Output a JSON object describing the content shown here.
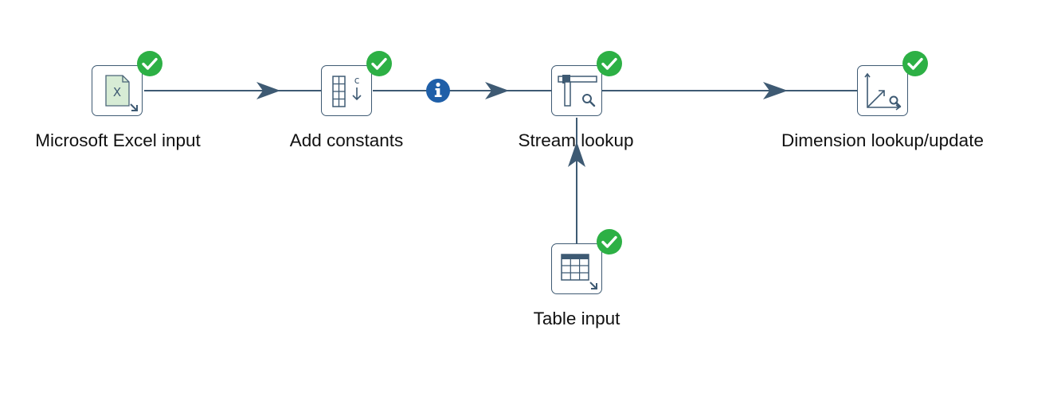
{
  "transformation": {
    "steps": [
      {
        "id": "excel",
        "label": "Microsoft Excel input",
        "icon": "excel-input-icon",
        "status": "success"
      },
      {
        "id": "constants",
        "label": "Add constants",
        "icon": "add-constants-icon",
        "status": "success"
      },
      {
        "id": "lookup",
        "label": "Stream lookup",
        "icon": "stream-lookup-icon",
        "status": "success"
      },
      {
        "id": "dimension",
        "label": "Dimension lookup/update",
        "icon": "dimension-lookup-icon",
        "status": "success"
      },
      {
        "id": "table",
        "label": "Table input",
        "icon": "table-input-icon",
        "status": "success"
      }
    ],
    "hops": [
      {
        "from": "Microsoft Excel input",
        "to": "Add constants"
      },
      {
        "from": "Add constants",
        "to": "Stream lookup",
        "badge": "info-icon"
      },
      {
        "from": "Stream lookup",
        "to": "Dimension lookup/update"
      },
      {
        "from": "Table input",
        "to": "Stream lookup"
      }
    ]
  },
  "colors": {
    "hop_line": "#3e5a73",
    "step_border": "#3e5a73",
    "success_badge": "#2db045",
    "info_badge": "#1f5fa8",
    "excel_icon_fill": "#d7ecd5"
  }
}
